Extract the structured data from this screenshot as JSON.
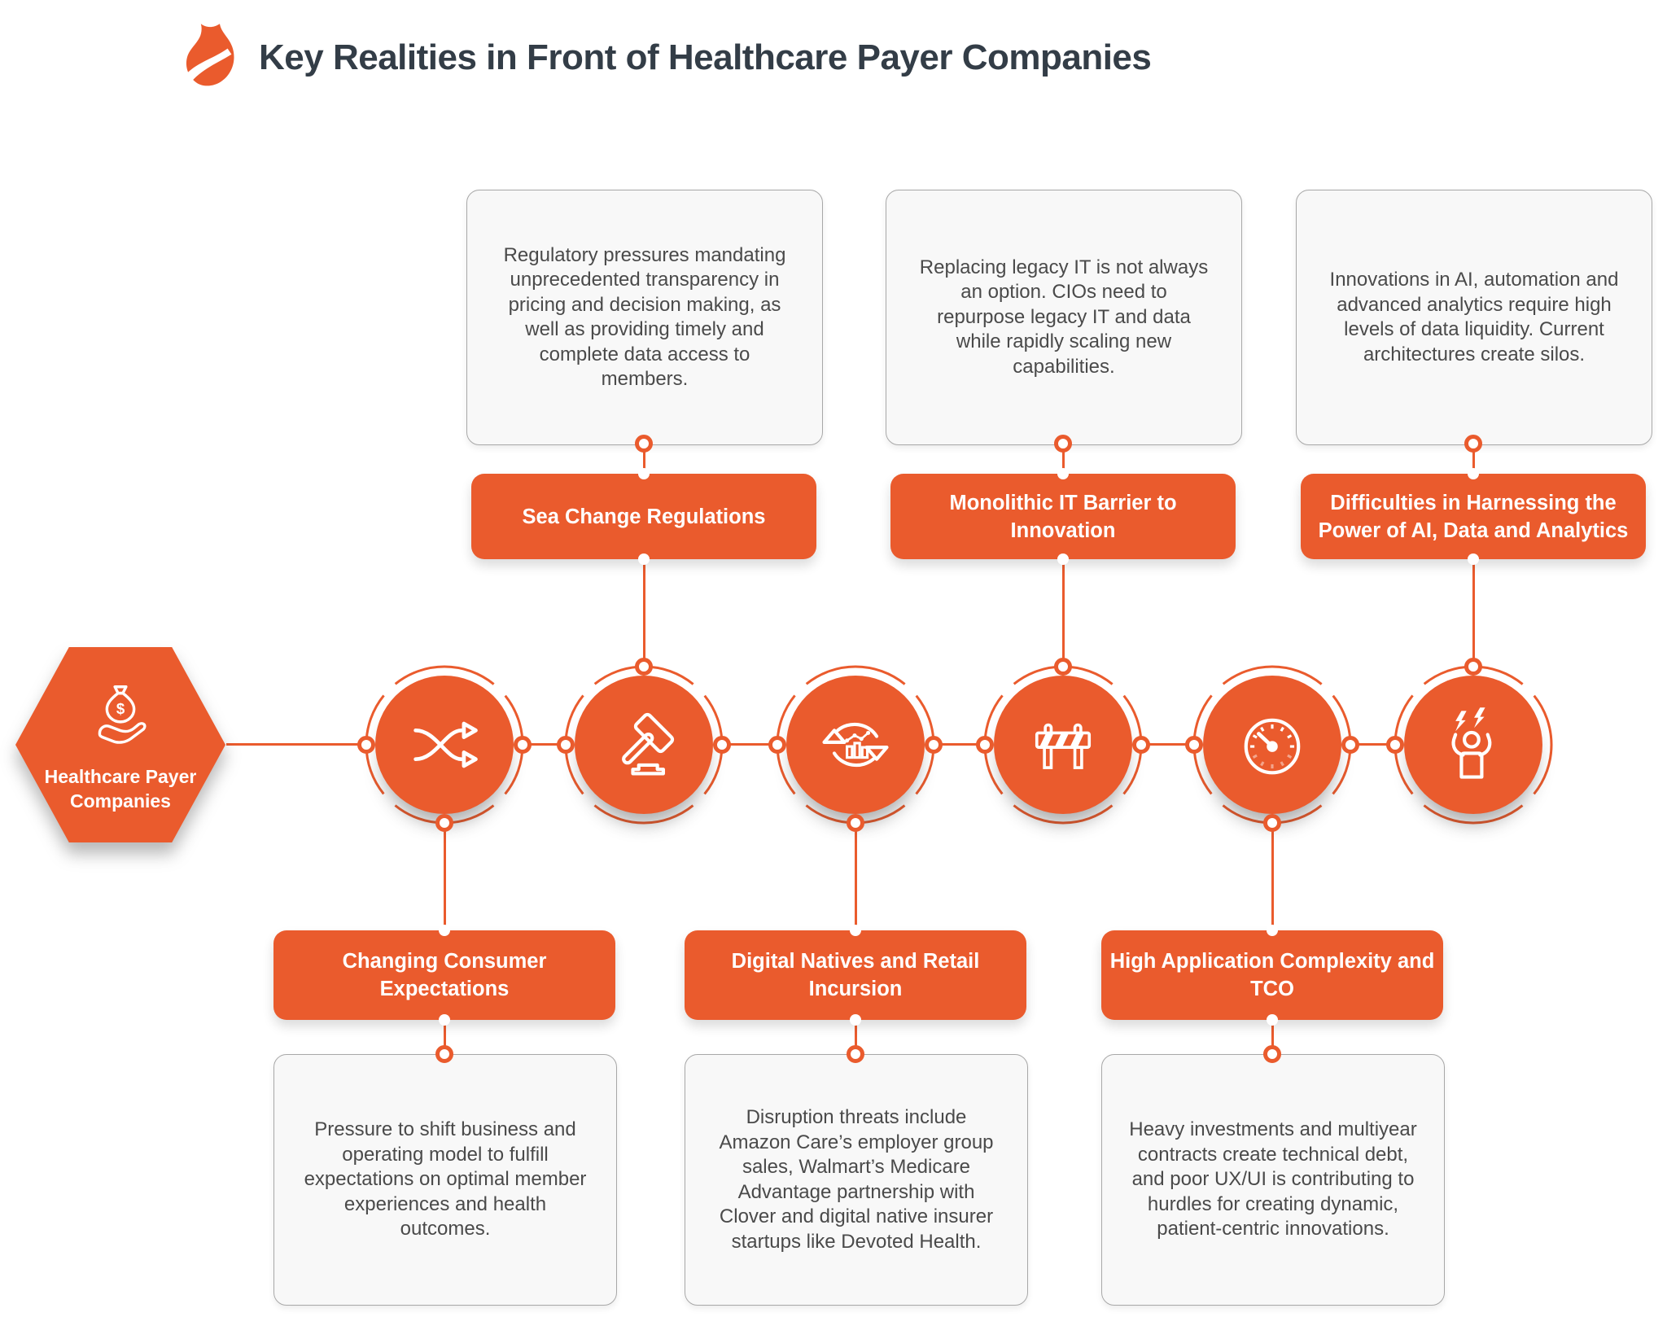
{
  "title": "Key Realities in Front of Healthcare Payer Companies",
  "logo_icon": "flame-logo-icon",
  "colors": {
    "accent": "#EA5B2D",
    "title_text": "#333D47",
    "body_text": "#4A4A4A",
    "card_background": "#F8F8F8",
    "card_border": "#A8A8A8"
  },
  "source": {
    "label": "Healthcare Payer Companies",
    "icon": "money-bag-in-hand-icon"
  },
  "milestones": [
    {
      "position": "bottom",
      "icon": "shuffle-arrows-icon",
      "label": "Changing Consumer Expectations",
      "description": "Pressure to shift business and operating model to fulfill expectations on optimal member experiences and health outcomes."
    },
    {
      "position": "top",
      "icon": "gavel-icon",
      "label": "Sea Change Regulations",
      "description": "Regulatory pressures mandating unprecedented transparency in pricing and decision making, as well as providing timely and complete data access to members."
    },
    {
      "position": "bottom",
      "icon": "digital-cycle-chart-icon",
      "label": "Digital Natives and Retail Incursion",
      "description": "Disruption threats include Amazon Care’s employer group sales, Walmart’s Medicare Advantage partnership with Clover and digital native insurer startups like Devoted Health."
    },
    {
      "position": "top",
      "icon": "road-barrier-icon",
      "label": "Monolithic IT Barrier to Innovation",
      "description": "Replacing legacy IT is not always an option. CIOs need to repurpose legacy IT and data while rapidly scaling new capabilities."
    },
    {
      "position": "bottom",
      "icon": "gauge-icon",
      "label": "High Application Complexity and TCO",
      "description": "Heavy investments and multiyear contracts create technical debt, and poor UX/UI is contributing to hurdles for creating dynamic, patient-centric innovations."
    },
    {
      "position": "top",
      "icon": "frustrated-person-icon",
      "label": "Difficulties in Harnessing the Power of AI, Data and Analytics",
      "description": "Innovations in AI, automation and advanced analytics require high levels of data liquidity. Current architectures create silos."
    }
  ]
}
